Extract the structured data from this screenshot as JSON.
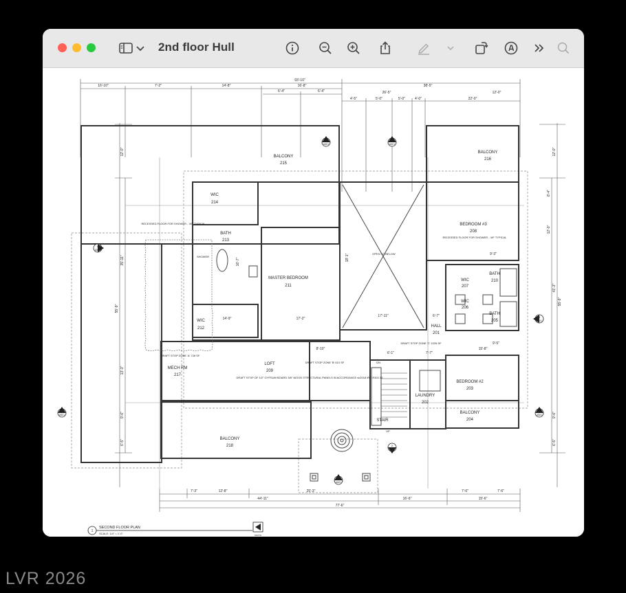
{
  "window": {
    "title": "2nd floor Hull"
  },
  "toolbar": {
    "icons": [
      "sidebar-icon",
      "chevron-down-icon",
      "info-icon",
      "zoom-out-icon",
      "zoom-in-icon",
      "share-icon",
      "markup-pen-icon",
      "chevron-down-icon",
      "rotate-icon",
      "annotate-icon",
      "more-icon",
      "search-icon"
    ]
  },
  "plan": {
    "rooms": {
      "balcony_215": {
        "name": "BALCONY",
        "num": "215"
      },
      "balcony_216": {
        "name": "BALCONY",
        "num": "216"
      },
      "wic_214": {
        "name": "WIC",
        "num": "214"
      },
      "bath_213": {
        "name": "BATH",
        "num": "213"
      },
      "master": {
        "name": "MASTER BEDROOM",
        "num": "211"
      },
      "open": {
        "name": "OPEN TO BELOW"
      },
      "bedroom3": {
        "name": "BEDROOM #3",
        "num": "208"
      },
      "wic_207": {
        "name": "WIC",
        "num": "207"
      },
      "bath_210": {
        "name": "BATH",
        "num": "210"
      },
      "wic_206": {
        "name": "WIC",
        "num": "206"
      },
      "bath_205": {
        "name": "BATH",
        "num": "205"
      },
      "hall": {
        "name": "HALL",
        "num": "201"
      },
      "wic_212": {
        "name": "WIC",
        "num": "212"
      },
      "mech": {
        "name": "MECH RM",
        "num": "217"
      },
      "loft": {
        "name": "LOFT",
        "num": "209"
      },
      "bedroom2": {
        "name": "BEDROOM #2",
        "num": "203"
      },
      "laundry": {
        "name": "LAUNDRY",
        "num": "202"
      },
      "stair": {
        "name": "STAIR"
      },
      "balcony_204": {
        "name": "BALCONY",
        "num": "204"
      },
      "balcony_218": {
        "name": "BALCONY",
        "num": "218"
      },
      "shower": {
        "name": "SHOWER"
      }
    },
    "dims_top": [
      "93'-10\"",
      "16'-10\"",
      "7'-2\"",
      "14'-8\"",
      "16'-8\"",
      "6'-4\"",
      "6'-4\"",
      "26'-5\"",
      "38'-5\"",
      "12'-0\"",
      "4'-5\"",
      "5'-0\"",
      "5'-0\"",
      "4'-0\"",
      "22'-0\""
    ],
    "dims_bottom": [
      "7'-3\"",
      "12'-8\"",
      "25'-3\"",
      "7'-6\"",
      "7'-6\"",
      "44'-11\"",
      "16'-6\"",
      "15'-6\"",
      "77'-6\""
    ],
    "dims_left": [
      "12'-0\"",
      "35'-11\"",
      "55'-9\"",
      "13'-3\"",
      "9'-6\"",
      "6'-5\""
    ],
    "dims_right": [
      "12'-0\"",
      "41'-3\"",
      "55'-9\"",
      "9'-6\"",
      "6'-5\"",
      "8'-4\"",
      "12'-0\""
    ],
    "dims_interior": [
      "17'-2\"",
      "14'-9\"",
      "16'-7\"",
      "17'-11\"",
      "8'-10\"",
      "6'-7\"",
      "9'-3\"",
      "7'-7\"",
      "15'-8\"",
      "6'-1\"",
      "18'-1\"",
      "9'-5\""
    ],
    "notes": {
      "recessed_left": "RECESSED FLOOR FOR SHOWER - VIF TYPICAL",
      "recessed_right": "RECESSED FLOOR FOR SHOWER - VIF TYPICAL",
      "draft_a": "DRAFT STOP ZONE 'A' 728 SF",
      "draft_b": "DRAFT STOP ZONE 'B' 610 SF",
      "draft_c": "DRAFT STOP ZONE 'C' 1026 SF",
      "draft_note": "DRAFT STOP OF 1/2\" GYPSUM BOARD 3/8\" WOOD STRUCTURAL PANELS IN ACCORDANCE w/2018 IRC R302.12",
      "dn": "DN",
      "up": "UP"
    },
    "section_tags": [
      {
        "n": "1",
        "sheet": "A501"
      },
      {
        "n": "2",
        "sheet": "A501"
      },
      {
        "n": "3",
        "sheet": "A501"
      },
      {
        "n": "4",
        "sheet": "A501"
      },
      {
        "n": "1",
        "sheet": "A501"
      },
      {
        "n": "2",
        "sheet": "A501"
      },
      {
        "n": "3",
        "sheet": "A501"
      },
      {
        "n": "4",
        "sheet": "A501"
      }
    ],
    "title_block": {
      "num": "1",
      "title": "SECOND FLOOR PLAN",
      "scale": "SCALE: 1/4\" = 1'-0\"",
      "north": "NORTH"
    }
  },
  "watermark": "LVR 2026"
}
